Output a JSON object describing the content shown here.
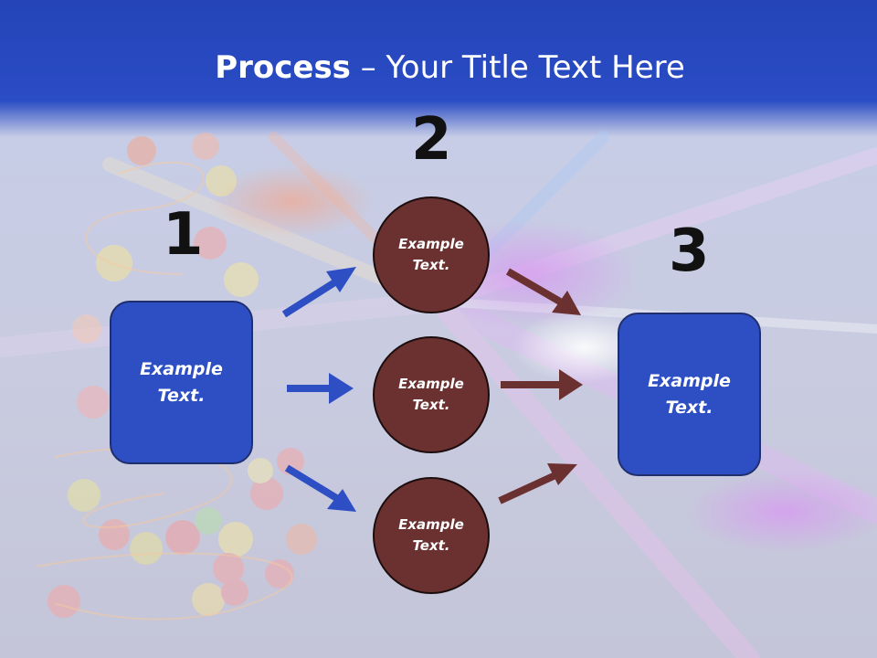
{
  "slide": {
    "title_bold": "Process",
    "title_rest": " – Your Title Text Here"
  },
  "steps": [
    {
      "number": "1",
      "text": "Example\nText."
    },
    {
      "number": "2",
      "items": [
        "Example\nText.",
        "Example\nText.",
        "Example\nText."
      ]
    },
    {
      "number": "3",
      "text": "Example\nText."
    }
  ],
  "colors": {
    "header_blue": "#2a4cc4",
    "box_blue": "#2e4fc4",
    "circle_brown": "#6b3131",
    "arrow_blue": "#2e4fc4",
    "arrow_brown": "#6b3131"
  }
}
